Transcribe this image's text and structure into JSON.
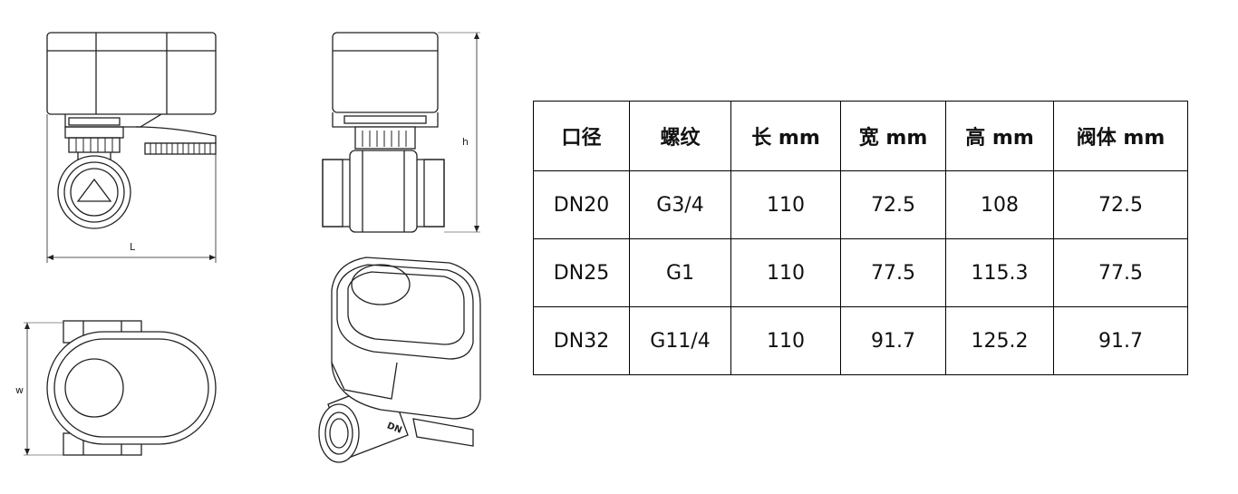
{
  "dimension_labels": {
    "length": "L",
    "height": "h",
    "width": "w"
  },
  "product_marking": "DN",
  "spec_table": {
    "headers": [
      "口径",
      "螺纹",
      "长 mm",
      "宽 mm",
      "高 mm",
      "阀体 mm"
    ],
    "rows": [
      [
        "DN20",
        "G3/4",
        "110",
        "72.5",
        "108",
        "72.5"
      ],
      [
        "DN25",
        "G1",
        "110",
        "77.5",
        "115.3",
        "77.5"
      ],
      [
        "DN32",
        "G11/4",
        "110",
        "91.7",
        "125.2",
        "91.7"
      ]
    ]
  }
}
